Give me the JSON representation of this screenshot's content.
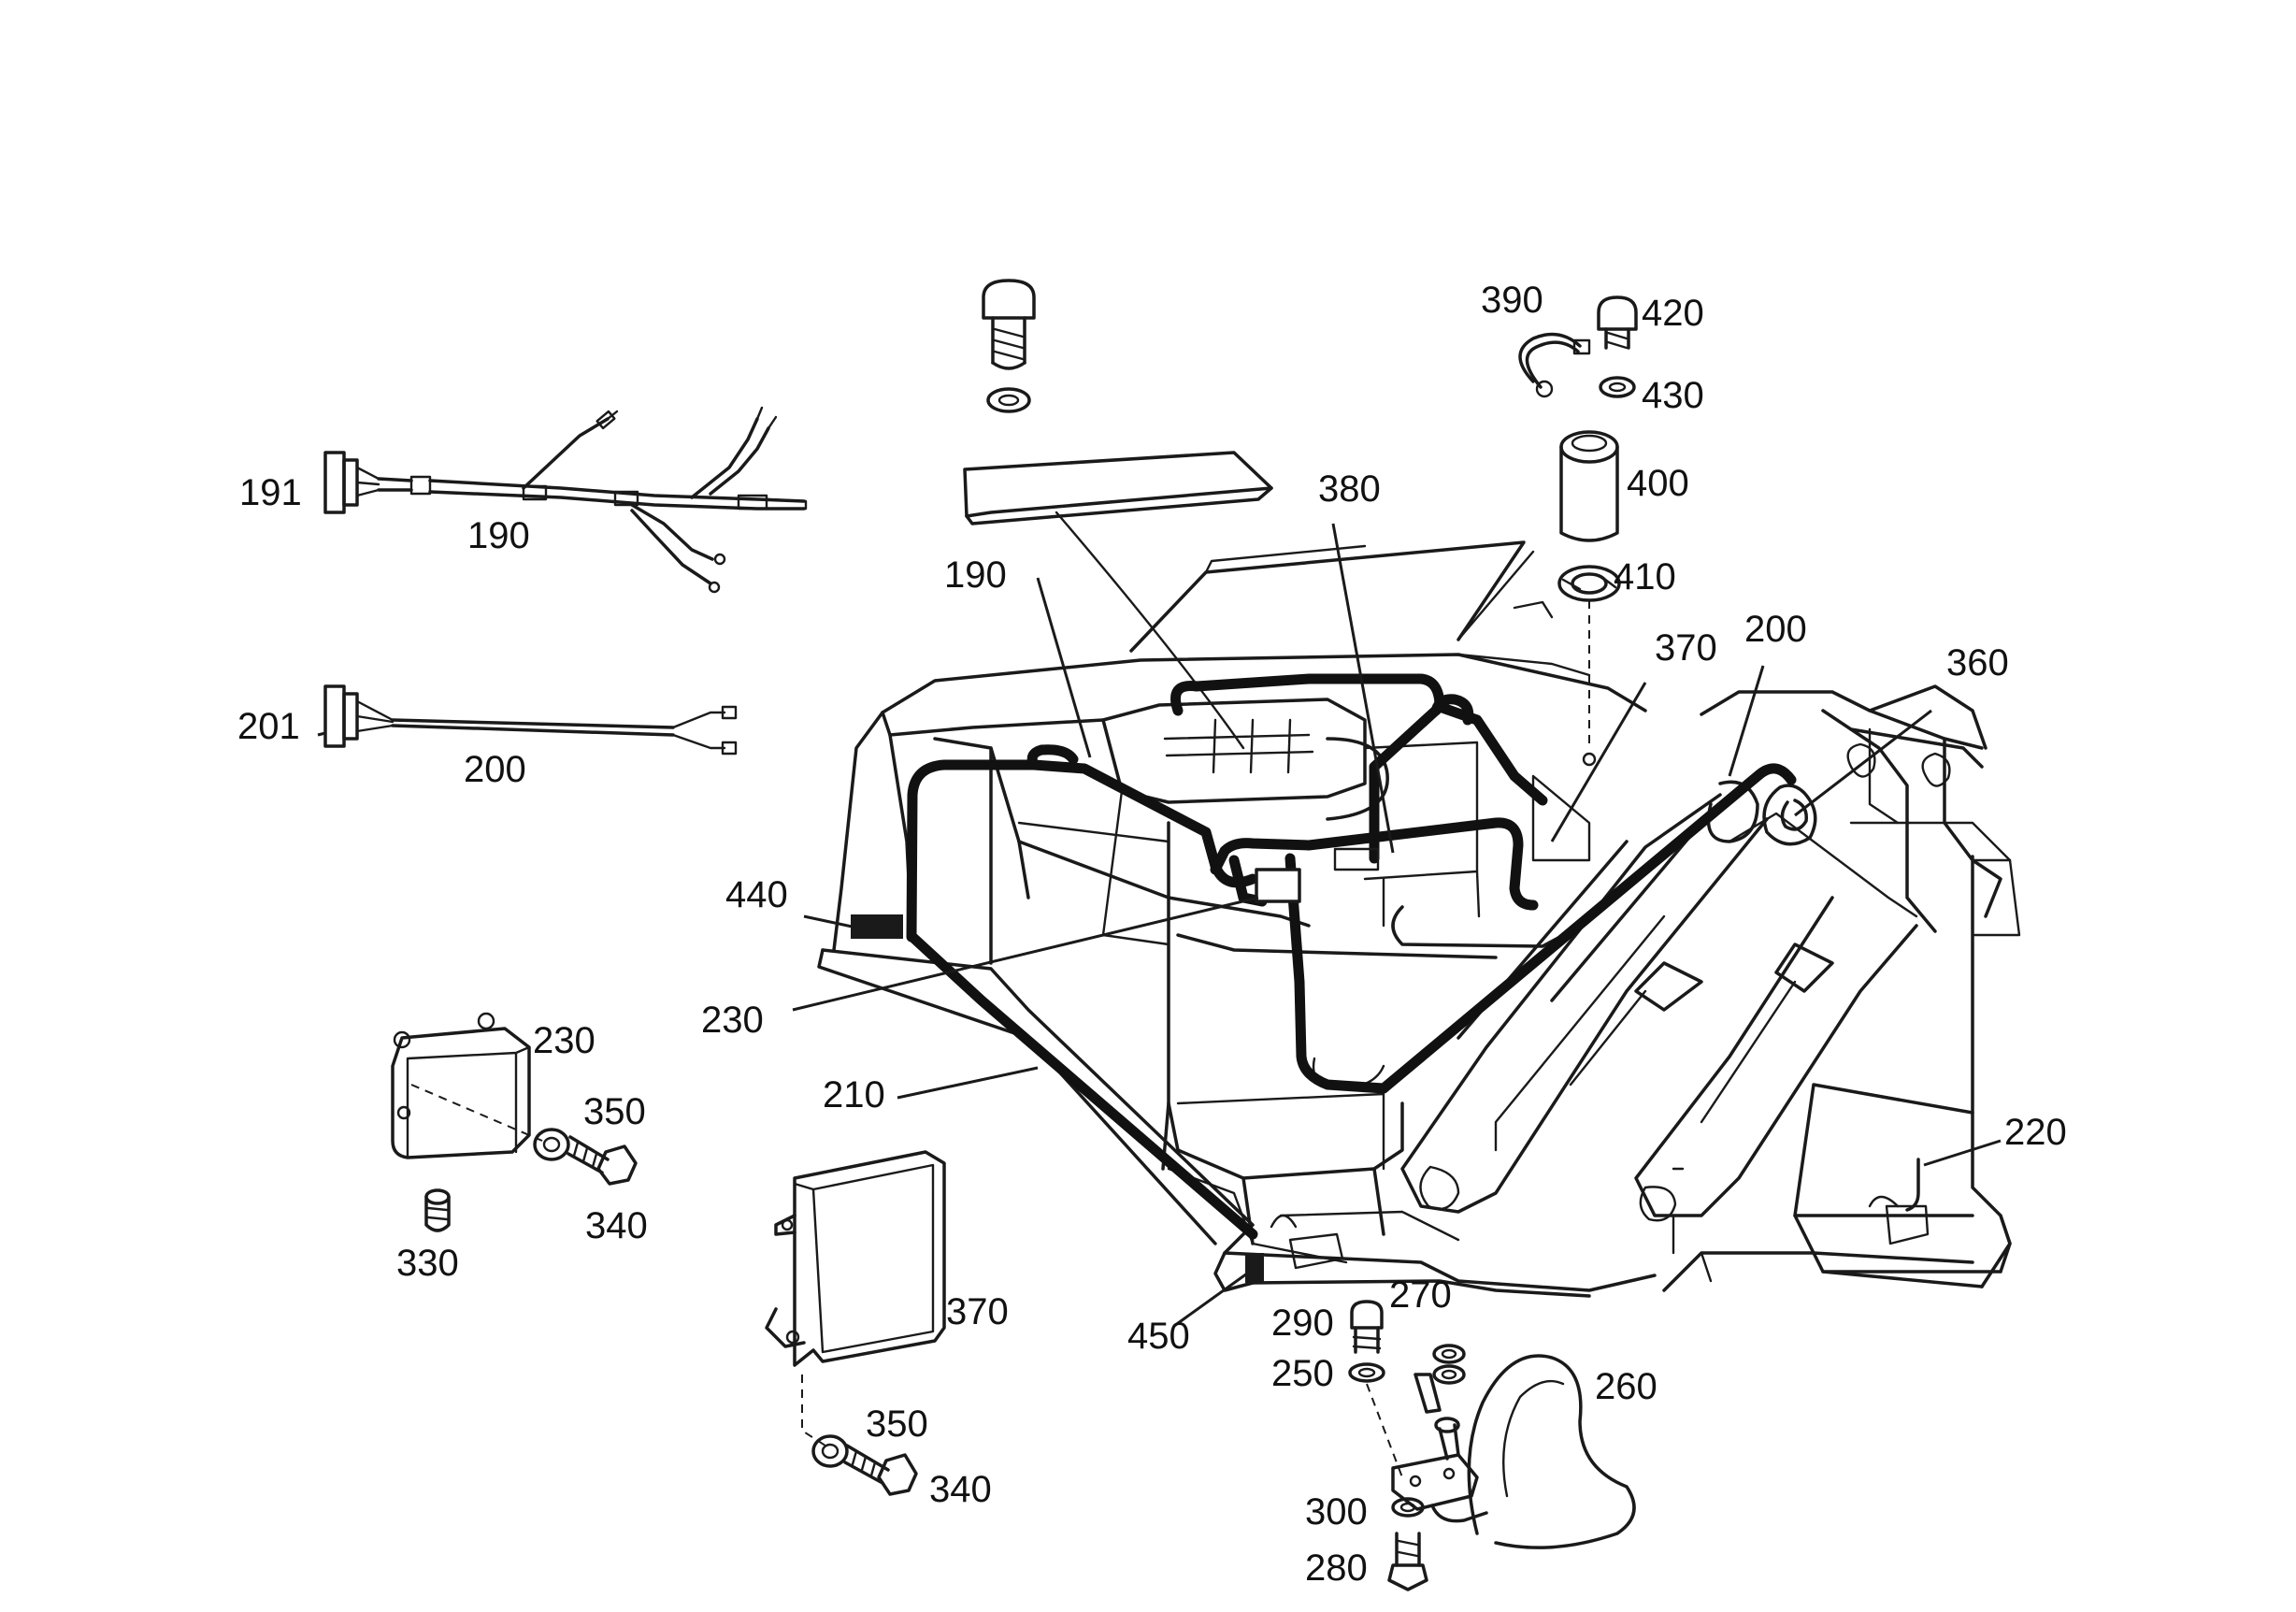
{
  "colors": {
    "ink": "#1a1a1a",
    "background": "#ffffff"
  },
  "callouts": {
    "c191": "191",
    "c190a": "190",
    "c201": "201",
    "c200a": "200",
    "c190b": "190",
    "c380": "380",
    "c390": "390",
    "c420": "420",
    "c430": "430",
    "c400": "400",
    "c410": "410",
    "c370a": "370",
    "c200b": "200",
    "c360": "360",
    "c440": "440",
    "c230a": "230",
    "c210": "210",
    "c230b": "230",
    "c350a": "350",
    "c340a": "340",
    "c330": "330",
    "c220": "220",
    "c370b": "370",
    "c450": "450",
    "c290": "290",
    "c270": "270",
    "c250": "250",
    "c260": "260",
    "c350b": "350",
    "c340b": "340",
    "c300": "300",
    "c280": "280"
  }
}
